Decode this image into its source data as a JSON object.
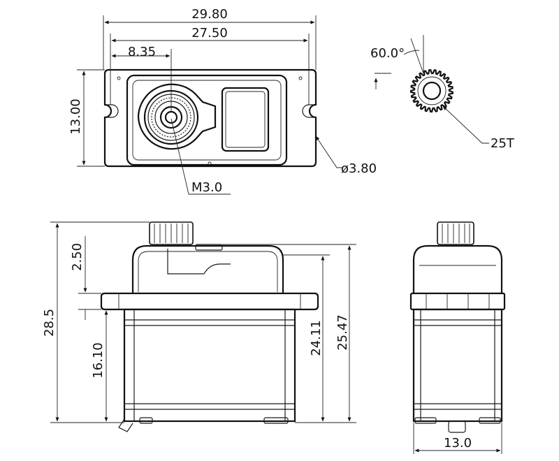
{
  "top_view": {
    "overall_width": "29.80",
    "mount_spacing": "27.50",
    "shaft_offset": "8.35",
    "height": "13.00",
    "screw_thread": "M3.0",
    "hole_diameter": "ø3.80"
  },
  "spline_view": {
    "angle": "60.0°",
    "teeth": "25T"
  },
  "front_view": {
    "total_height": "28.5",
    "spline_height": "2.50",
    "body_to_flange": "16.10",
    "height_to_flange_top": "24.11",
    "height_to_case_top": "25.47"
  },
  "side_view": {
    "width": "13.0"
  }
}
